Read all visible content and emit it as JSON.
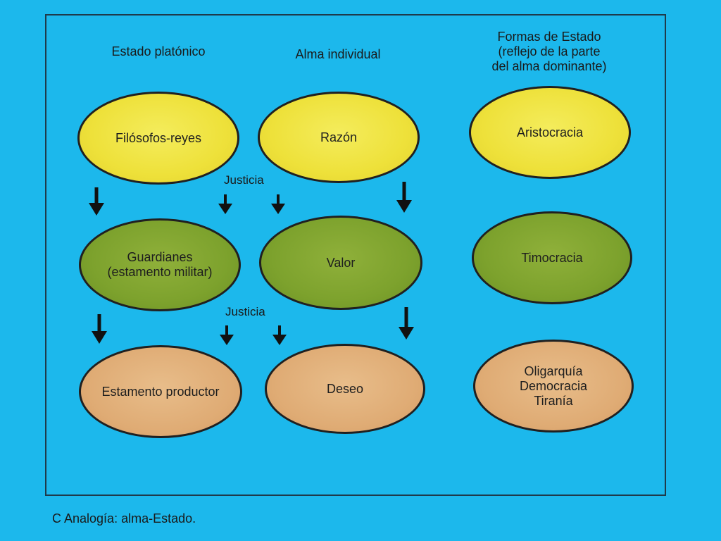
{
  "headers": {
    "state": "Estado platónico",
    "soul": "Alma individual",
    "forms": "Formas de Estado\n(reflejo de la parte\ndel alma dominante)"
  },
  "state_column": {
    "top": "Filósofos-reyes",
    "middle": "Guardianes\n(estamento militar)",
    "bottom": "Estamento productor"
  },
  "soul_column": {
    "top": "Razón",
    "middle": "Valor",
    "bottom": "Deseo"
  },
  "forms_column": {
    "top": "Aristocracia",
    "middle": "Timocracia",
    "bottom": "Oligarquía\nDemocracia\nTiranía"
  },
  "connectors": {
    "justice_upper": "Justicia",
    "justice_lower": "Justicia"
  },
  "caption": "C  Analogía: alma-Estado.",
  "colors": {
    "background": "#1cb8ec",
    "reason_level": "#eee13a",
    "spirit_level": "#7da22d",
    "appetite_level": "#dfab74"
  }
}
